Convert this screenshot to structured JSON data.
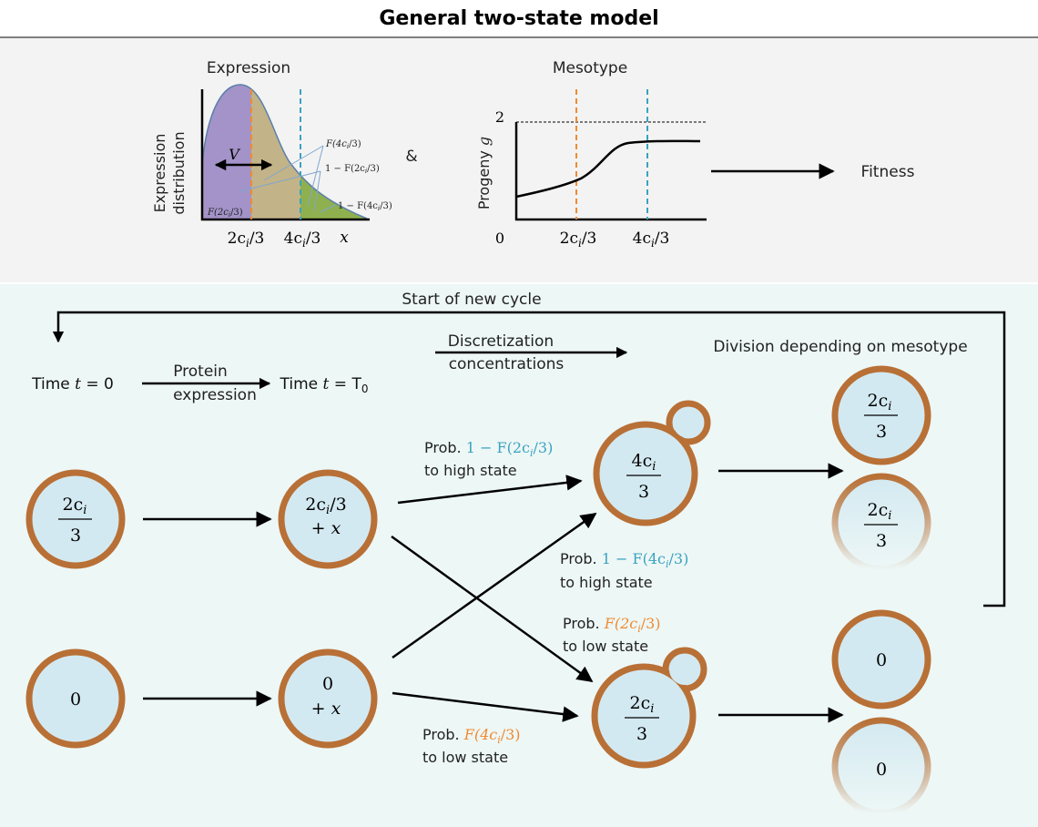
{
  "header": {
    "title": "General two-state model"
  },
  "expression_panel": {
    "title": "Expression",
    "ylabel_line1": "Expression",
    "ylabel_line2": "distribution",
    "variance_label": "V",
    "curve_label_f4": "F(4c",
    "curve_label_f4_sub": "i",
    "curve_label_f4_end": "/3)",
    "curve_label_1mf2": "1 − F(2c",
    "curve_label_1mf2_sub": "i",
    "curve_label_1mf2_end": "/3)",
    "curve_label_1mf4": "1 − F(4c",
    "curve_label_1mf4_sub": "i",
    "curve_label_1mf4_end": "/3)",
    "curve_label_f2": "F(2c",
    "curve_label_f2_sub": "i",
    "curve_label_f2_end": "/3)",
    "tick_2c_a": "2c",
    "tick_2c_sub": "i",
    "tick_2c_b": "/3",
    "tick_4c_a": "4c",
    "tick_4c_sub": "i",
    "tick_4c_b": "/3",
    "xlabel": "x"
  },
  "ampersand": "&",
  "mesotype_panel": {
    "title": "Mesotype",
    "ylabel": "Progeny ",
    "ylabel_var": "g",
    "y_max_tick": "2",
    "origin_tick": "0",
    "tick_2c_a": "2c",
    "tick_2c_sub": "i",
    "tick_2c_b": "/3",
    "tick_4c_a": "4c",
    "tick_4c_sub": "i",
    "tick_4c_b": "/3"
  },
  "fitness_label": "Fitness",
  "cycle": {
    "restart_label": "Start of new cycle",
    "time0_a": "Time ",
    "time0_var": "t",
    "time0_b": " = 0",
    "protein_line1": "Protein",
    "protein_line2": "expression",
    "timeT_a": "Time ",
    "timeT_var": "t",
    "timeT_b": " = T",
    "timeT_sub": "0",
    "discretization_line1": "Discretization",
    "discretization_line2": "concentrations",
    "division_label": "Division depending on mesotype"
  },
  "cells": {
    "start_high_num_a": "2c",
    "start_high_num_sub": "i",
    "start_high_den": "3",
    "start_low": "0",
    "expr_high_line1_a": "2c",
    "expr_high_line1_sub": "i",
    "expr_high_line1_b": "/3",
    "expr_high_line2": "+ x",
    "expr_low_line1": "0",
    "expr_low_line2": "+ x",
    "high_state_num_a": "4c",
    "high_state_num_sub": "i",
    "high_state_den": "3",
    "low_state_num_a": "2c",
    "low_state_num_sub": "i",
    "low_state_den": "3",
    "daughter_high_num_a": "2c",
    "daughter_high_num_sub": "i",
    "daughter_high_den": "3",
    "daughter_high_faded_num_a": "2c",
    "daughter_high_faded_num_sub": "i",
    "daughter_high_faded_den": "3",
    "daughter_low": "0",
    "daughter_low_faded": "0"
  },
  "transitions": {
    "p1_prefix": "Prob. ",
    "p1_formula": "1 − F(2c",
    "p1_sub": "i",
    "p1_end": "/3)",
    "p1_line2": "to high state",
    "p2_prefix": "Prob. ",
    "p2_formula": "1 − F(4c",
    "p2_sub": "i",
    "p2_end": "/3)",
    "p2_line2": "to high state",
    "p3_prefix": "Prob. ",
    "p3_formula": "F(2c",
    "p3_sub": "i",
    "p3_end": "/3)",
    "p3_line2": "to low state",
    "p4_prefix": "Prob. ",
    "p4_formula": "F(4c",
    "p4_sub": "i",
    "p4_end": "/3)",
    "p4_line2": "to low state"
  },
  "colors": {
    "cell_fill": "#d3e9f1",
    "cell_border": "#b87036",
    "orange": "#f08a30",
    "blue": "#3aa3c0",
    "bottom_bg": "#edf7f6",
    "purple_fill": "#a393c8",
    "olive_fill": "#c3b388",
    "green_fill": "#8fb04e"
  },
  "icons": [
    "arrow-icon"
  ]
}
